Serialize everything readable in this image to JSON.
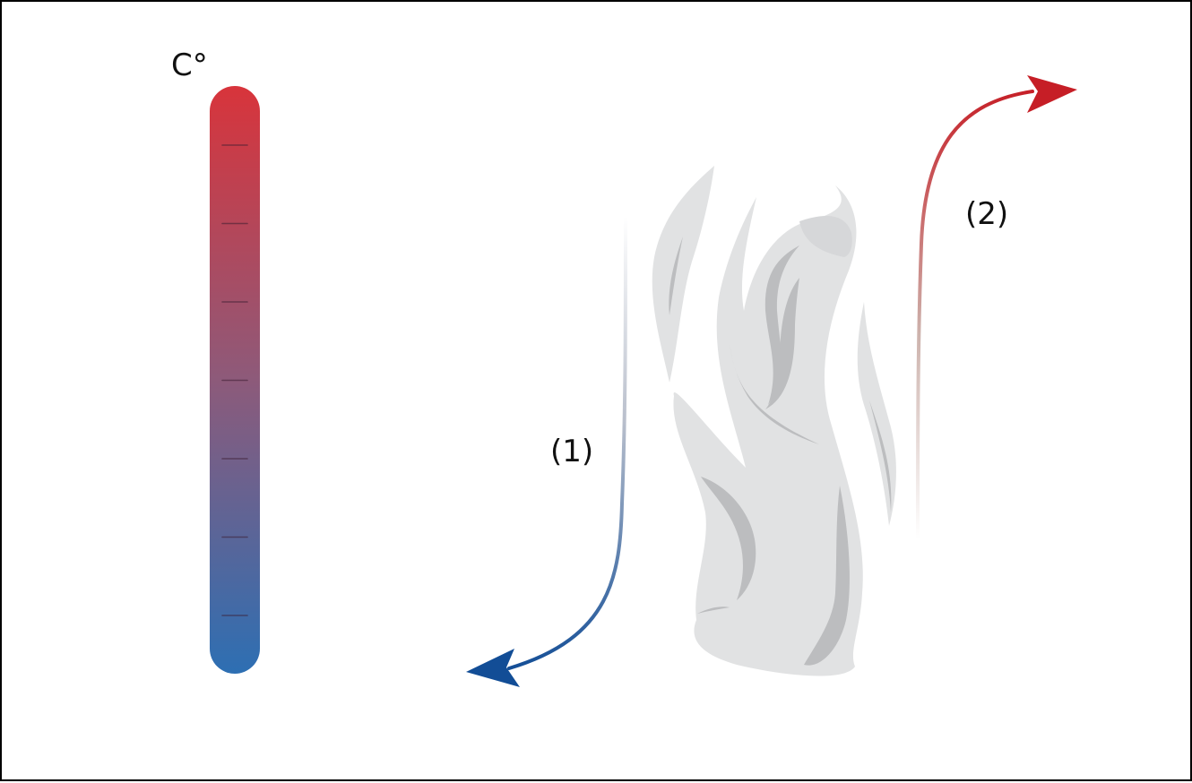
{
  "thermometer": {
    "unit_label": "C°",
    "tick_count": 7,
    "hot_color": "#d8343b",
    "cold_color": "#2d6fb3"
  },
  "flows": [
    {
      "label": "(1)",
      "direction": "down-left",
      "color": "#124d96",
      "meaning": "cold"
    },
    {
      "label": "(2)",
      "direction": "up-right",
      "color": "#c61e26",
      "meaning": "hot"
    }
  ],
  "smoke": {
    "main_color": "#e1e2e3",
    "shadow_color": "#bcbdbf"
  }
}
